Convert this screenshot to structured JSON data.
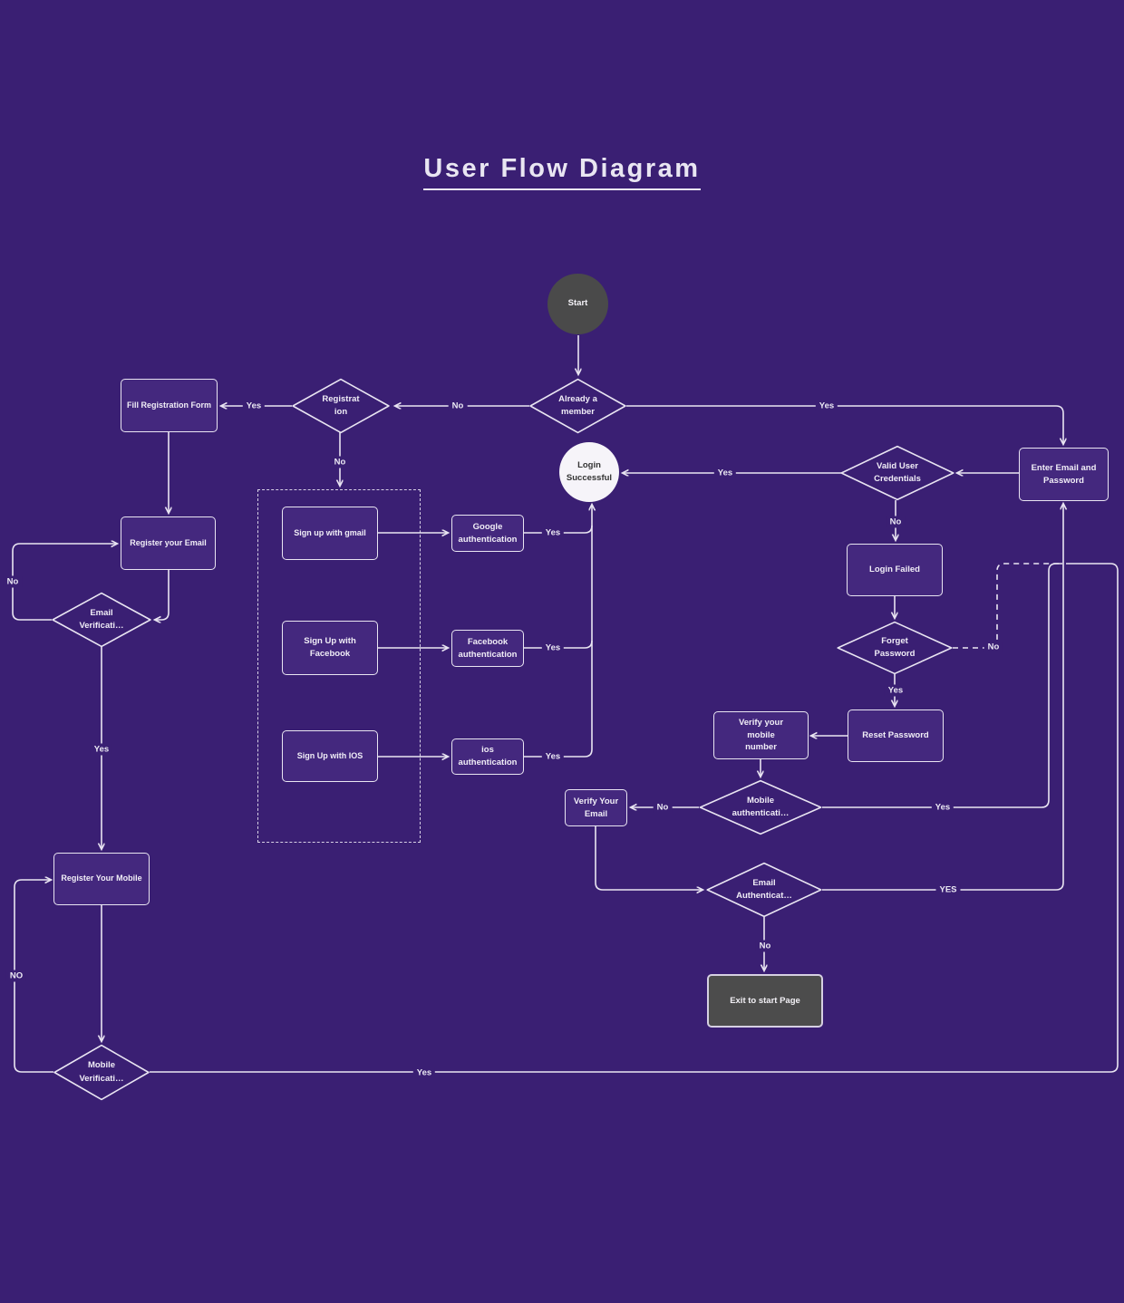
{
  "title": "User Flow Diagram",
  "colors": {
    "background": "#3a1f73",
    "node_fill": "#44287e",
    "stroke": "#e9e5f2",
    "dark_node_fill": "#4a4a4a",
    "light_node_fill": "#f6f4f9",
    "dark_text": "#333333"
  },
  "nodes": {
    "start": "Start",
    "already_member": "Already a member",
    "registration": "Registrat ion",
    "fill_registration_form": "Fill Registration Form",
    "register_your_email": "Register your Email",
    "email_verification": "Email Verificati…",
    "register_your_mobile": "Register Your Mobile",
    "mobile_verification": "Mobile Verificati…",
    "signup_gmail": "Sign up with gmail",
    "signup_facebook": "Sign Up with Facebook",
    "signup_ios": "Sign Up with IOS",
    "google_auth": "Google authentication",
    "facebook_auth": "Facebook authentication",
    "ios_auth": "ios authentication",
    "login_successful": "Login Successful",
    "valid_user_credentials": "Valid User Credentials",
    "enter_email_password": "Enter Email and Password",
    "login_failed": "Login Failed",
    "forget_password": "Forget Password",
    "reset_password": "Reset Password",
    "verify_mobile_number": "Verify your mobile number",
    "mobile_authentication": "Mobile authenticati…",
    "verify_your_email": "Verify Your Email",
    "email_authentication": "Email Authenticat…",
    "exit_start_page": "Exit to start Page"
  },
  "labels": {
    "member_no": "No",
    "registration_yes": "Yes",
    "member_yes": "Yes",
    "registration_no": "No",
    "valid_yes": "Yes",
    "google_yes": "Yes",
    "facebook_yes": "Yes",
    "ios_yes": "Yes",
    "email_verif_no": "No",
    "email_verif_yes": "Yes",
    "valid_no": "No",
    "forget_no": "No",
    "forget_yes": "Yes",
    "mobile_auth_no": "No",
    "mobile_auth_yes": "Yes",
    "email_auth_yes": "YES",
    "email_auth_no": "No",
    "mobile_verif_no": "NO",
    "mobile_verif_yes": "Yes"
  }
}
